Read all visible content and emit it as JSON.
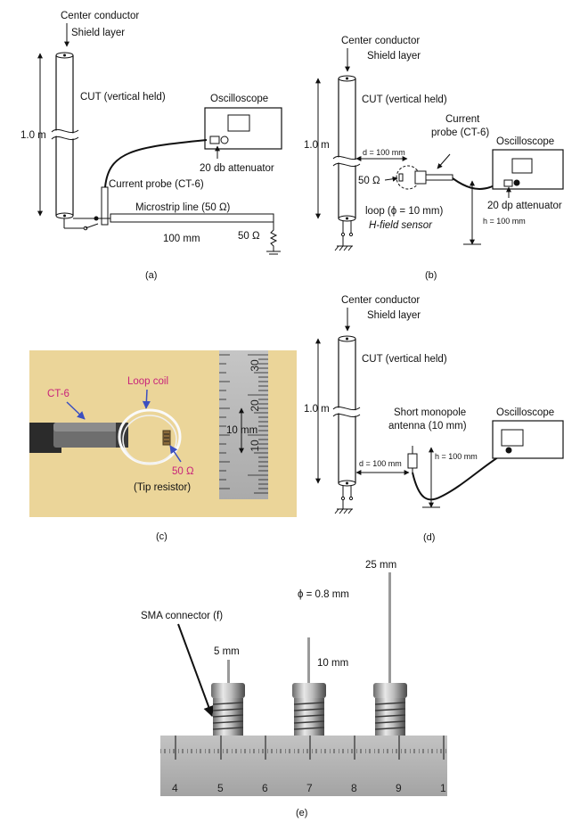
{
  "panel_a": {
    "center_conductor": "Center conductor",
    "shield_layer": "Shield layer",
    "cut": "CUT (vertical held)",
    "length": "1.0 m",
    "oscilloscope": "Oscilloscope",
    "attenuator": "20 db attenuator",
    "probe": "Current probe (CT-6)",
    "microstrip": "Microstrip line (50 Ω)",
    "distance": "100 mm",
    "termination": "50 Ω",
    "caption": "(a)"
  },
  "panel_b": {
    "center_conductor": "Center conductor",
    "shield_layer": "Shield layer",
    "cut": "CUT (vertical held)",
    "length": "1.0 m",
    "probe_line1": "Current",
    "probe_line2": "probe (CT-6)",
    "oscilloscope": "Oscilloscope",
    "distance": "d = 100 mm",
    "resistor": "50 Ω",
    "loop": "loop (ϕ = 10 mm)",
    "sensor": "H-field sensor",
    "attenuator": "20 dp attenuator",
    "height": "h = 100 mm",
    "caption": "(b)"
  },
  "panel_c": {
    "probe": "CT-6",
    "coil": "Loop coil",
    "scale": "10 mm",
    "resistor": "50 Ω",
    "resistor_note": "(Tip resistor)",
    "ruler_numbers": [
      "30",
      "20",
      "10"
    ],
    "caption": "(c)"
  },
  "panel_d": {
    "center_conductor": "Center conductor",
    "shield_layer": "Shield layer",
    "cut": "CUT (vertical held)",
    "length": "1.0 m",
    "antenna_line1": "Short monopole",
    "antenna_line2": "antenna (10 mm)",
    "oscilloscope": "Oscilloscope",
    "distance": "d = 100 mm",
    "height": "h = 100 mm",
    "caption": "(d)"
  },
  "panel_e": {
    "length_25": "25 mm",
    "diameter": "ϕ = 0.8 mm",
    "connector": "SMA connector (f)",
    "length_5": "5 mm",
    "length_10": "10 mm",
    "ruler_numbers": [
      "4",
      "5",
      "6",
      "7",
      "8",
      "9",
      "1"
    ],
    "caption": "(e)"
  },
  "colors": {
    "photo_c_bg": "#e6cd8e",
    "photo_e_bg": "#2c2c2c",
    "label_magenta": "#c8237a",
    "arrow_blue": "#3b4fc0"
  }
}
